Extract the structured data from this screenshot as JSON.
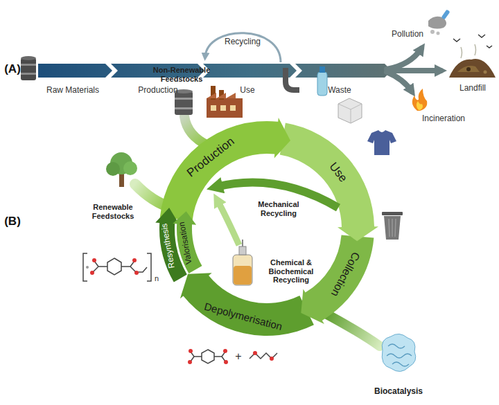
{
  "diagram": {
    "labels": [
      "(A)",
      "Raw Materials",
      "Recycling",
      "Production",
      "Use",
      "Waste",
      "Pollution",
      "Landfill",
      "Incineration",
      "(B)",
      "Non-Renewable Feedstocks",
      "Renewable Feedstocks",
      "Production",
      "Use",
      "Mechanical Recycling",
      "Collection",
      "Resynthesis",
      "Valorisation",
      "Chemical & Biochemical Recycling",
      "Depolymerisation",
      "n",
      "+",
      "Biocatalysis"
    ]
  }
}
